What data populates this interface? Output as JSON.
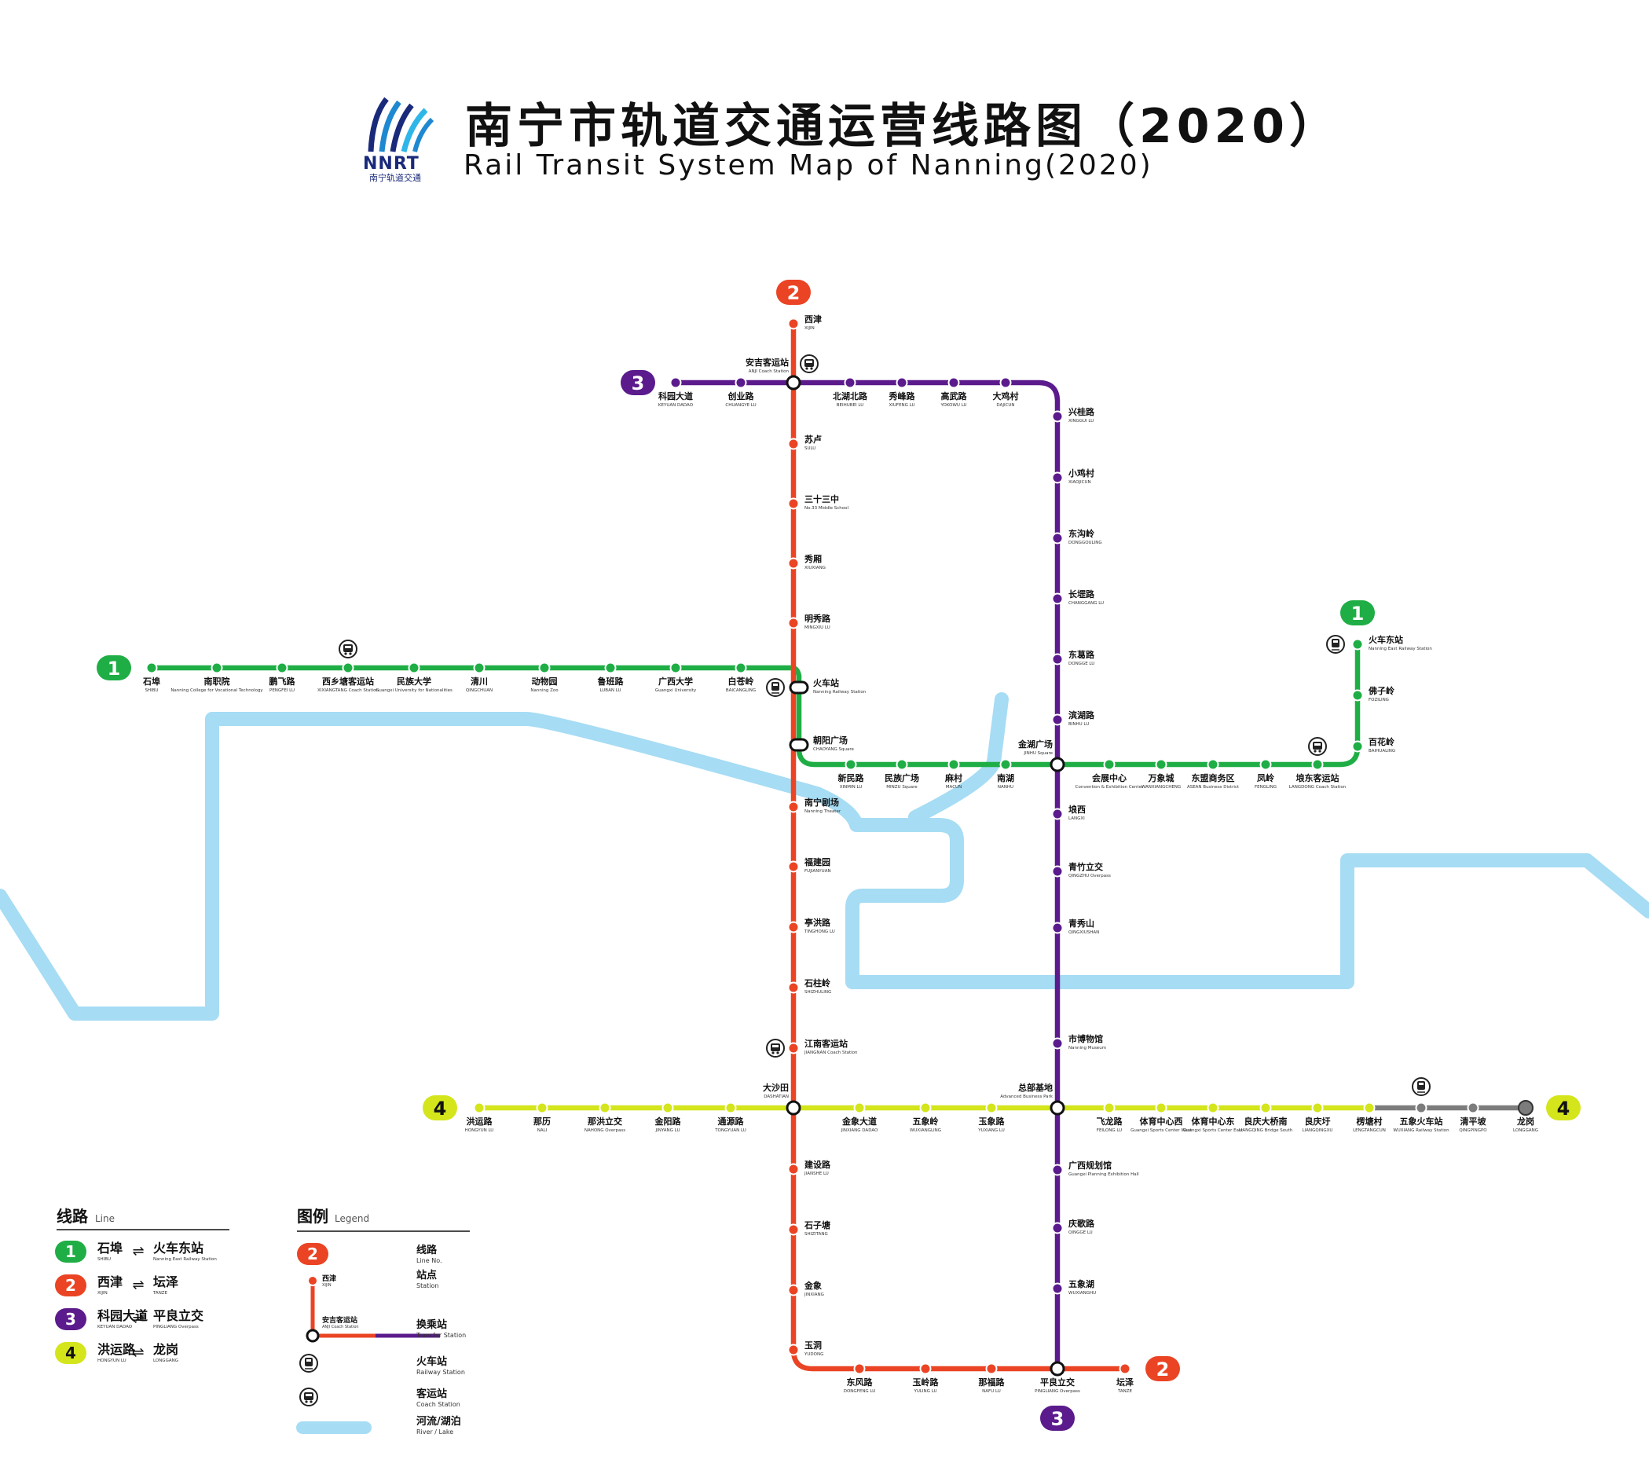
{
  "header": {
    "title_cn": "南宁市轨道交通运营线路图（2020）",
    "title_en": "Rail Transit System Map of Nanning(2020)",
    "logo_text": "NNRT",
    "logo_cn": "南宁轨道交通"
  },
  "colors": {
    "line1": "#1fae45",
    "line2": "#ea4424",
    "line3": "#5b1b8c",
    "line4": "#d4e51c",
    "line4_ext": "#7c7c7c",
    "river": "#a6dcf4"
  },
  "lines": [
    {
      "no": "1",
      "from_cn": "石埠",
      "from_en": "SHIBU",
      "to_cn": "火车东站",
      "to_en": "Nanning East Railway Station"
    },
    {
      "no": "2",
      "from_cn": "西津",
      "from_en": "XIJIN",
      "to_cn": "坛泽",
      "to_en": "TANZE"
    },
    {
      "no": "3",
      "from_cn": "科园大道",
      "from_en": "KEYUAN DADAO",
      "to_cn": "平良立交",
      "to_en": "PINGLIANG Overpass"
    },
    {
      "no": "4",
      "from_cn": "洪运路",
      "from_en": "HONGYUN LU",
      "to_cn": "龙岗",
      "to_en": "LONGGANG"
    }
  ],
  "line_section": {
    "title_cn": "线路",
    "title_en": "Line"
  },
  "legend": {
    "title_cn": "图例",
    "title_en": "Legend",
    "items": [
      {
        "cn": "线路",
        "en": "Line No."
      },
      {
        "cn": "站点",
        "en": "Station"
      },
      {
        "cn": "换乘站",
        "en": "Transfer Station"
      },
      {
        "cn": "火车站",
        "en": "Railway Station"
      },
      {
        "cn": "客运站",
        "en": "Coach Station"
      },
      {
        "cn": "河流/湖泊",
        "en": "River / Lake"
      }
    ],
    "sample_station_cn": "西津",
    "sample_station_en": "XIJIN",
    "sample_transfer_cn": "安吉客运站",
    "sample_transfer_en": "ANJI Coach Station"
  },
  "stations": {
    "line1": [
      {
        "cn": "石埠",
        "en": "SHIBU"
      },
      {
        "cn": "南职院",
        "en": "Nanning College for Vocational Technology"
      },
      {
        "cn": "鹏飞路",
        "en": "PENGFEI LU"
      },
      {
        "cn": "西乡塘客运站",
        "en": "XIXIANGTANG Coach Station"
      },
      {
        "cn": "民族大学",
        "en": "Guangxi University for Nationalities"
      },
      {
        "cn": "清川",
        "en": "QINGCHUAN"
      },
      {
        "cn": "动物园",
        "en": "Nanning Zoo"
      },
      {
        "cn": "鲁班路",
        "en": "LUBAN LU"
      },
      {
        "cn": "广西大学",
        "en": "Guangxi University"
      },
      {
        "cn": "白苍岭",
        "en": "BAICANGLING"
      },
      {
        "cn": "火车站",
        "en": "Nanning Railway Station"
      },
      {
        "cn": "朝阳广场",
        "en": "CHAOYANG Square"
      },
      {
        "cn": "新民路",
        "en": "XINMIN LU"
      },
      {
        "cn": "民族广场",
        "en": "MINZU Square"
      },
      {
        "cn": "麻村",
        "en": "MACUN"
      },
      {
        "cn": "南湖",
        "en": "NANHU"
      },
      {
        "cn": "金湖广场",
        "en": "JINHU Square"
      },
      {
        "cn": "会展中心",
        "en": "Convention & Exhibition Center"
      },
      {
        "cn": "万象城",
        "en": "WANXIANGCHENG"
      },
      {
        "cn": "东盟商务区",
        "en": "ASEAN Business District"
      },
      {
        "cn": "凤岭",
        "en": "FENGLING"
      },
      {
        "cn": "埌东客运站",
        "en": "LANGDONG Coach Station"
      },
      {
        "cn": "百花岭",
        "en": "BAIHUALING"
      },
      {
        "cn": "佛子岭",
        "en": "FOZILING"
      },
      {
        "cn": "火车东站",
        "en": "Nanning East Railway Station"
      }
    ],
    "line2": [
      {
        "cn": "西津",
        "en": "XIJIN"
      },
      {
        "cn": "安吉客运站",
        "en": "ANJI Coach Station"
      },
      {
        "cn": "苏卢",
        "en": "SULU"
      },
      {
        "cn": "三十三中",
        "en": "No.33 Middle School"
      },
      {
        "cn": "秀厢",
        "en": "XIUXIANG"
      },
      {
        "cn": "明秀路",
        "en": "MINGXIU LU"
      },
      {
        "cn": "南宁剧场",
        "en": "Nanning Theater"
      },
      {
        "cn": "福建园",
        "en": "FUJIANYUAN"
      },
      {
        "cn": "亭洪路",
        "en": "TINGHONG LU"
      },
      {
        "cn": "石柱岭",
        "en": "SHIZHULING"
      },
      {
        "cn": "江南客运站",
        "en": "JIANGNAN Coach Station"
      },
      {
        "cn": "大沙田",
        "en": "DASHATIAN"
      },
      {
        "cn": "建设路",
        "en": "JIANSHE LU"
      },
      {
        "cn": "石子塘",
        "en": "SHIZITANG"
      },
      {
        "cn": "金象",
        "en": "JINXIANG"
      },
      {
        "cn": "玉洞",
        "en": "YUDONG"
      },
      {
        "cn": "东风路",
        "en": "DONGFENG LU"
      },
      {
        "cn": "玉岭路",
        "en": "YULING LU"
      },
      {
        "cn": "那福路",
        "en": "NAFU LU"
      },
      {
        "cn": "平良立交",
        "en": "PINGLIANG Overpass"
      },
      {
        "cn": "坛泽",
        "en": "TANZE"
      }
    ],
    "line3": [
      {
        "cn": "科园大道",
        "en": "KEYUAN DADAO"
      },
      {
        "cn": "创业路",
        "en": "CHUANGYE LU"
      },
      {
        "cn": "北湖北路",
        "en": "BEIHUBEI LU"
      },
      {
        "cn": "秀峰路",
        "en": "XIUFENG LU"
      },
      {
        "cn": "高武路",
        "en": "YOKOWU LU"
      },
      {
        "cn": "大鸡村",
        "en": "DAJICUN"
      },
      {
        "cn": "兴桂路",
        "en": "XINGGUI LU"
      },
      {
        "cn": "小鸡村",
        "en": "XIAOJICUN"
      },
      {
        "cn": "东沟岭",
        "en": "DONGGOULING"
      },
      {
        "cn": "长堽路",
        "en": "CHANGGANG LU"
      },
      {
        "cn": "东葛路",
        "en": "DONGGE LU"
      },
      {
        "cn": "滨湖路",
        "en": "BINHU LU"
      },
      {
        "cn": "埌西",
        "en": "LANGXI"
      },
      {
        "cn": "青竹立交",
        "en": "QINGZHU Overpass"
      },
      {
        "cn": "青秀山",
        "en": "QINGXIUSHAN"
      },
      {
        "cn": "市博物馆",
        "en": "Nanning Museum"
      },
      {
        "cn": "总部基地",
        "en": "Advanced Business Park"
      },
      {
        "cn": "广西规划馆",
        "en": "Guangxi Planning Exhibition Hall"
      },
      {
        "cn": "庆歌路",
        "en": "QINGGE LU"
      },
      {
        "cn": "五象湖",
        "en": "WUXIANGHU"
      }
    ],
    "line4": [
      {
        "cn": "洪运路",
        "en": "HONGYUN LU"
      },
      {
        "cn": "那历",
        "en": "NALI"
      },
      {
        "cn": "那洪立交",
        "en": "NAHONG Overpass"
      },
      {
        "cn": "金阳路",
        "en": "JINYANG LU"
      },
      {
        "cn": "通源路",
        "en": "TONGYUAN LU"
      },
      {
        "cn": "金象大道",
        "en": "JINXIANG DADAO"
      },
      {
        "cn": "五象岭",
        "en": "WUXIANGLING"
      },
      {
        "cn": "玉象路",
        "en": "YUXIANG LU"
      },
      {
        "cn": "飞龙路",
        "en": "FEILONG LU"
      },
      {
        "cn": "体育中心西",
        "en": "Guangxi Sports Center West"
      },
      {
        "cn": "体育中心东",
        "en": "Guangxi Sports Center East"
      },
      {
        "cn": "良庆大桥南",
        "en": "LIANGQING Bridge South"
      },
      {
        "cn": "良庆圩",
        "en": "LIANGQINGXU"
      },
      {
        "cn": "楞塘村",
        "en": "LENGTANGCUN"
      },
      {
        "cn": "五象火车站",
        "en": "WUXIANG Railway Station"
      },
      {
        "cn": "清平坡",
        "en": "QINGPINGPO"
      },
      {
        "cn": "龙岗",
        "en": "LONGGANG"
      }
    ]
  }
}
